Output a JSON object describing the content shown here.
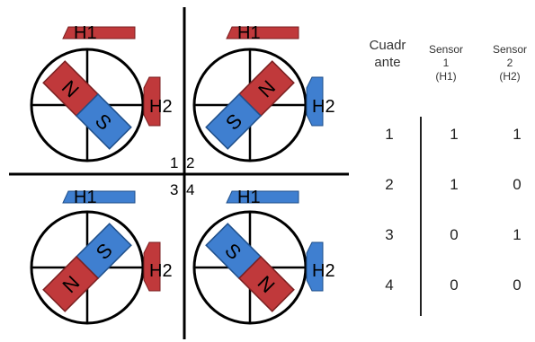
{
  "diagram": {
    "north_label": "N",
    "south_label": "S",
    "sensor1_label": "H1",
    "sensor2_label": "H2",
    "quadrant_numbers": [
      "1",
      "2",
      "3",
      "4"
    ],
    "quadrants": [
      {
        "h1_color": "#c0393b",
        "h2_color": "#c0393b"
      },
      {
        "h1_color": "#c0393b",
        "h2_color": "#3f7fd0"
      },
      {
        "h1_color": "#3f7fd0",
        "h2_color": "#c0393b"
      },
      {
        "h1_color": "#3f7fd0",
        "h2_color": "#3f7fd0"
      }
    ],
    "colors": {
      "north": "#c0393b",
      "south": "#3f7fd0"
    }
  },
  "table": {
    "header_quadrant": [
      "Cuadr",
      "ante"
    ],
    "header_sensor1": [
      "Sensor",
      "1",
      "(H1)"
    ],
    "header_sensor2": [
      "Sensor",
      "2",
      "(H2)"
    ],
    "rows": [
      {
        "quadrant": "1",
        "sensor1": "1",
        "sensor2": "1"
      },
      {
        "quadrant": "2",
        "sensor1": "1",
        "sensor2": "0"
      },
      {
        "quadrant": "3",
        "sensor1": "0",
        "sensor2": "1"
      },
      {
        "quadrant": "4",
        "sensor1": "0",
        "sensor2": "0"
      }
    ]
  }
}
